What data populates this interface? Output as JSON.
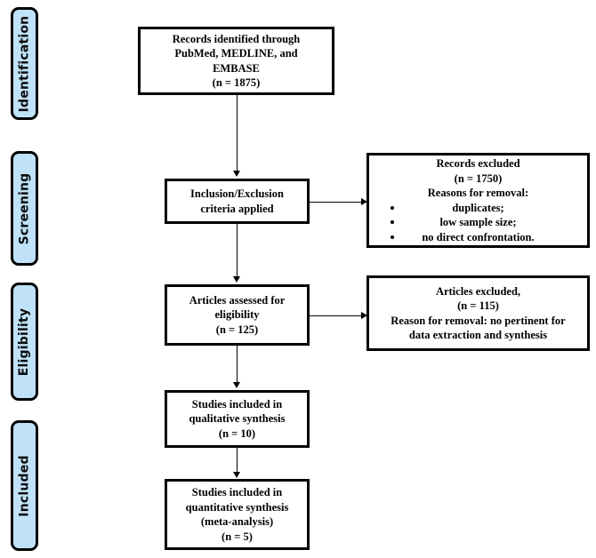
{
  "figure": {
    "type": "prisma-flow-diagram",
    "colors": {
      "stage_fill": "#bfe2f8",
      "stroke": "#000000",
      "box_fill": "#ffffff",
      "text": "#000000"
    }
  },
  "stages": [
    {
      "id": "identification",
      "label": "Identification"
    },
    {
      "id": "screening",
      "label": "Screening"
    },
    {
      "id": "eligibility",
      "label": "Eligibility"
    },
    {
      "id": "included",
      "label": "Included"
    }
  ],
  "boxes": {
    "records_identified": {
      "lines": [
        "Records identified through",
        "PubMed, MEDLINE, and",
        "EMBASE",
        "(n = 1875)"
      ],
      "count": 1875
    },
    "criteria_applied": {
      "lines": [
        "Inclusion/Exclusion",
        "criteria applied"
      ]
    },
    "records_excluded": {
      "lines": [
        "Records excluded",
        "(n = 1750)",
        "Reasons for removal:"
      ],
      "bullets": [
        "duplicates;",
        "low sample size;",
        "no direct confrontation."
      ],
      "count": 1750
    },
    "articles_assessed": {
      "lines": [
        "Articles assessed for",
        "eligibility",
        "(n = 125)"
      ],
      "count": 125
    },
    "articles_excluded": {
      "lines": [
        "Articles excluded,",
        "(n = 115)",
        "Reason for removal: no pertinent for",
        "data extraction and synthesis"
      ],
      "count": 115
    },
    "qualitative_synthesis": {
      "lines": [
        "Studies included in",
        "qualitative synthesis",
        "(n = 10)"
      ],
      "count": 10
    },
    "quantitative_synthesis": {
      "lines": [
        "Studies included in",
        "quantitative synthesis",
        "(meta-analysis)",
        "(n = 5)"
      ],
      "count": 5
    }
  }
}
